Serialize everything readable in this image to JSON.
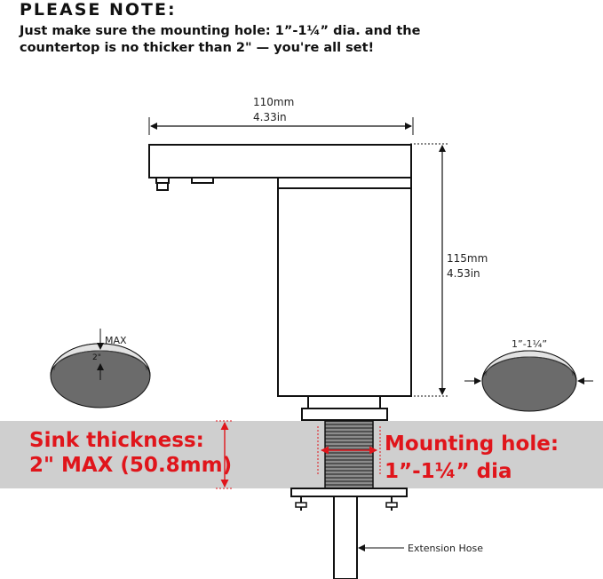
{
  "note": {
    "title": "PLEASE NOTE:",
    "line1": "Just make sure the mounting hole: 1”-1¼” dia. and the",
    "line2": "countertop is no thicker than  2\" — you're all set!"
  },
  "dimensions": {
    "width_mm": "110mm",
    "width_in": "4.33in",
    "height_mm": "115mm",
    "height_in": "4.53in"
  },
  "left_detail": {
    "max_label": "MAX",
    "thickness_label": "2\""
  },
  "right_detail": {
    "hole_label": "1”-1¼”"
  },
  "sink": {
    "thickness_line1": "Sink thickness:",
    "thickness_line2": "2\" MAX (50.8mm)",
    "hole_line1": "Mounting hole:",
    "hole_line2": "1”-1¼” dia"
  },
  "hose_label": "Extension Hose",
  "colors": {
    "accent_red": "#e0151b",
    "counter_gray": "#cfcfcf",
    "dark_gray": "#6b6b6b"
  }
}
